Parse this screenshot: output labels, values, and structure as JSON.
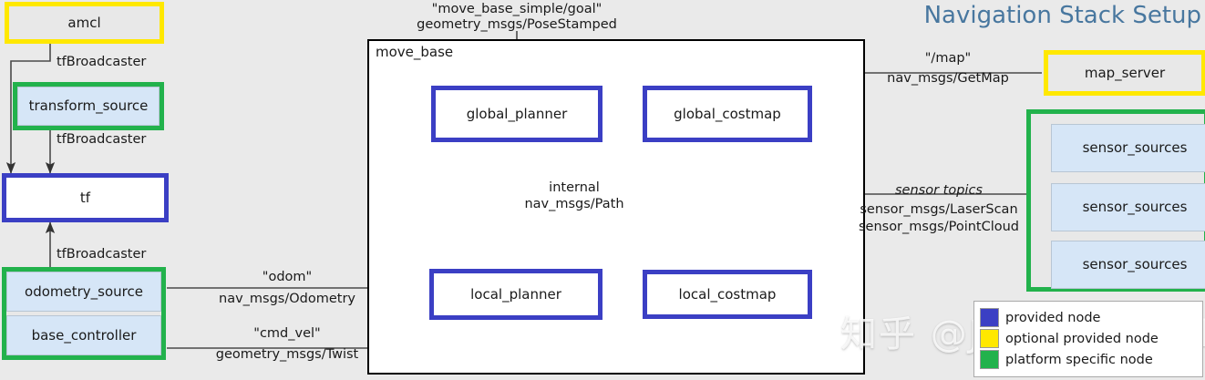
{
  "title": "Navigation Stack Setup",
  "watermark": "知乎 @JackSigmoid",
  "container": {
    "move_base_label": "move_base"
  },
  "nodes": {
    "amcl": "amcl",
    "transform_source": "transform_source",
    "tf": "tf",
    "odometry_source": "odometry_source",
    "base_controller": "base_controller",
    "global_planner": "global_planner",
    "global_costmap": "global_costmap",
    "local_planner": "local_planner",
    "local_costmap": "local_costmap",
    "map_server": "map_server",
    "sensor_sources_1": "sensor_sources",
    "sensor_sources_2": "sensor_sources",
    "sensor_sources_3": "sensor_sources"
  },
  "edges": {
    "tf_broadcaster_1": "tfBroadcaster",
    "tf_broadcaster_2": "tfBroadcaster",
    "tf_broadcaster_3": "tfBroadcaster",
    "goal_topic": "\"move_base_simple/goal\"",
    "goal_type": "geometry_msgs/PoseStamped",
    "map_topic": "\"/map\"",
    "map_type": "nav_msgs/GetMap",
    "internal_topic": "internal",
    "internal_type": "nav_msgs/Path",
    "sensor_topic": "sensor topics",
    "sensor_type_1": "sensor_msgs/LaserScan",
    "sensor_type_2": "sensor_msgs/PointCloud",
    "odom_topic": "\"odom\"",
    "odom_type": "nav_msgs/Odometry",
    "cmd_vel_topic": "\"cmd_vel\"",
    "cmd_vel_type": "geometry_msgs/Twist"
  },
  "legend": {
    "items": [
      {
        "label": "provided node",
        "color": "#3b3fc4"
      },
      {
        "label": "optional provided node",
        "color": "#ffe800"
      },
      {
        "label": "platform specific node",
        "color": "#22b24c"
      }
    ]
  },
  "colors": {
    "provided": "#3b3fc4",
    "optional": "#ffe800",
    "platform": "#22b24c",
    "title": "#48779f",
    "background": "#eaeaea",
    "node_fill_light": "#d6e6f7"
  }
}
